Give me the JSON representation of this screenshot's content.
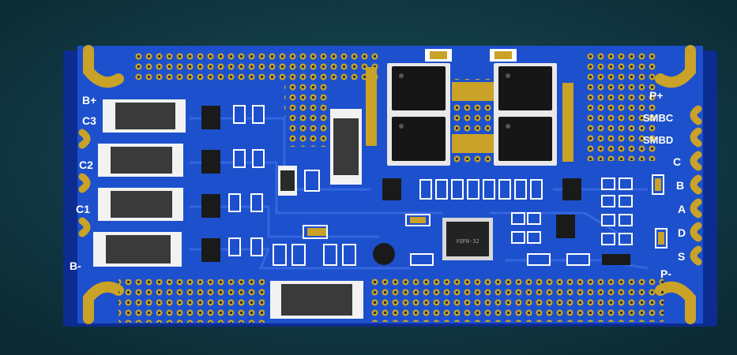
{
  "board": {
    "labels_left": [
      "B+",
      "C3",
      "C2",
      "C1",
      "B-"
    ],
    "labels_right": [
      "P+",
      "SMBC",
      "SMBD",
      "C",
      "B",
      "A",
      "D",
      "S",
      "P-"
    ],
    "chip_label": "VQFN-32"
  },
  "colors": {
    "background": "#0f3440",
    "pcb_blue": "#1c4fc9",
    "copper_gold": "#c9a227",
    "silkscreen": "#ffffff",
    "component_black": "#1a1a1a"
  }
}
